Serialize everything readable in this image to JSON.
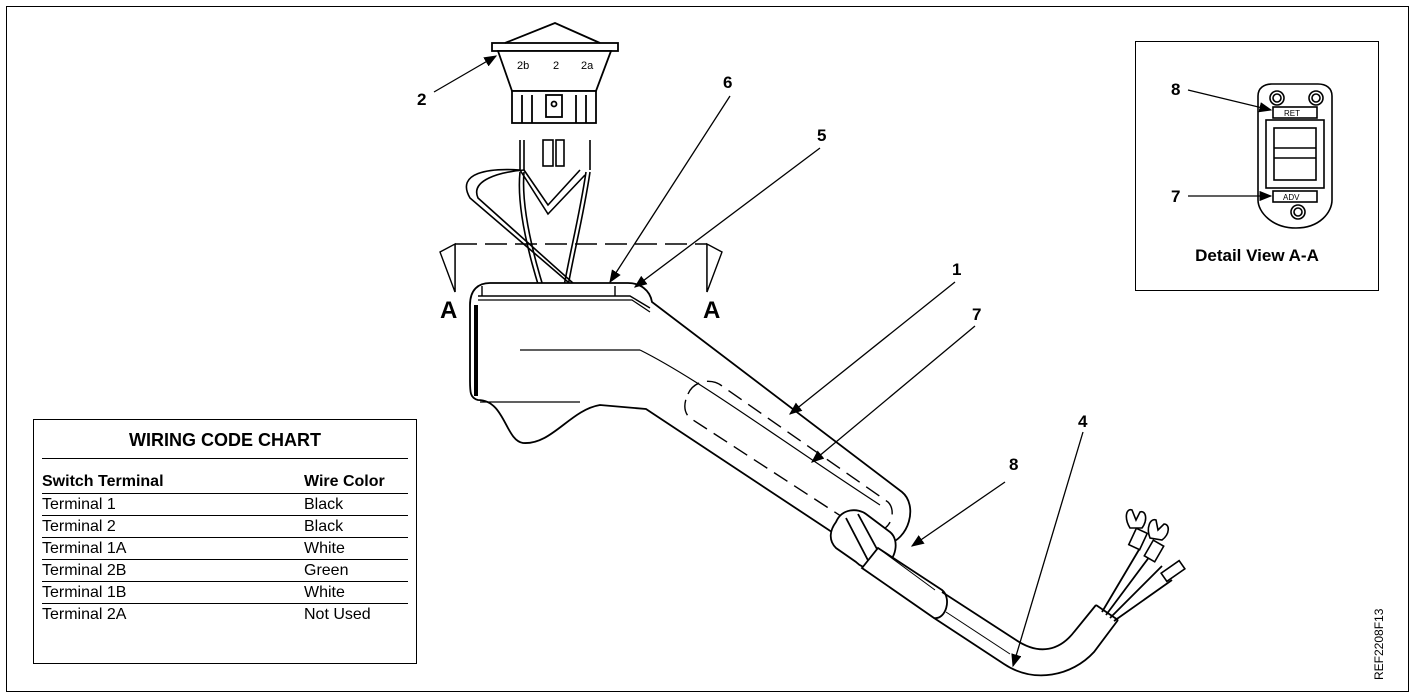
{
  "callouts": {
    "c1": "1",
    "c2": "2",
    "c4": "4",
    "c5": "5",
    "c6": "6",
    "c7": "7",
    "c8": "8"
  },
  "section": {
    "left": "A",
    "right": "A"
  },
  "switch_terminals": {
    "t2b": "2b",
    "t2": "2",
    "t2a": "2a"
  },
  "wiring_chart": {
    "title": "WIRING CODE CHART",
    "headers": [
      "Switch Terminal",
      "Wire Color"
    ],
    "rows": [
      [
        "Terminal 1",
        "Black"
      ],
      [
        "Terminal 2",
        "Black"
      ],
      [
        "Terminal 1A",
        "White"
      ],
      [
        "Terminal 2B",
        "Green"
      ],
      [
        "Terminal 1B",
        "White"
      ],
      [
        "Terminal 2A",
        "Not Used"
      ]
    ]
  },
  "detail_view": {
    "caption": "Detail View A-A",
    "callout_top": "8",
    "callout_bottom": "7",
    "label_ret": "RET",
    "label_adv": "ADV"
  },
  "reference_code": "REF2208F13"
}
